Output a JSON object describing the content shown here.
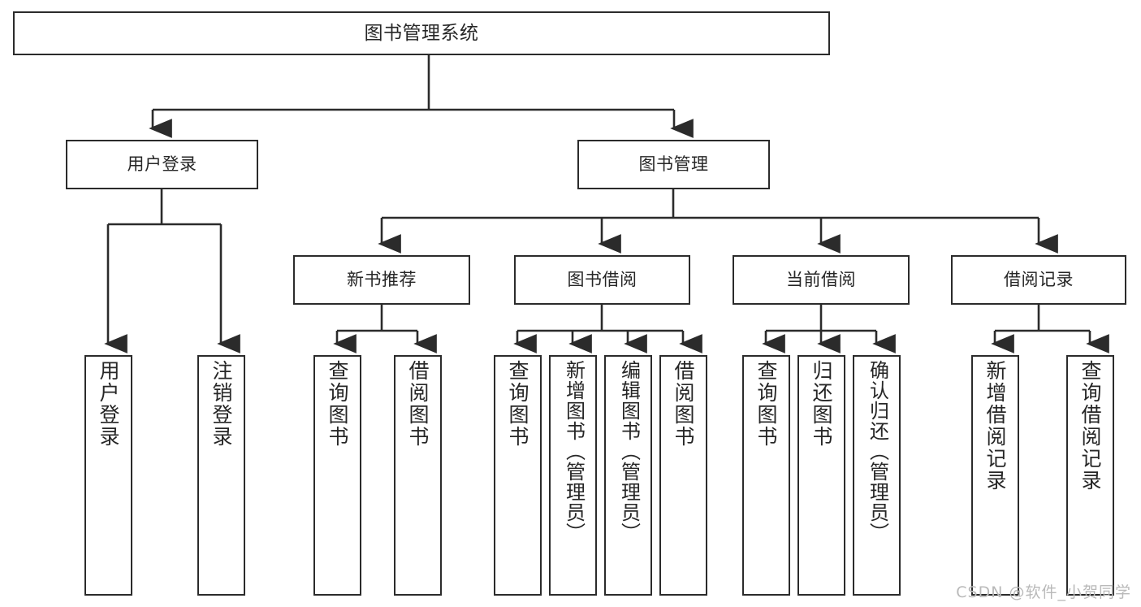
{
  "diagram": {
    "title": "图书管理系统",
    "root": {
      "label": "图书管理系统"
    },
    "level2": {
      "user_login": "用户登录",
      "book_management": "图书管理"
    },
    "level3": {
      "new_book_recommend": "新书推荐",
      "book_borrow": "图书借阅",
      "current_borrow": "当前借阅",
      "borrow_record": "借阅记录"
    },
    "leaves": {
      "user_login_action": "用户登录",
      "user_logout_action": "注销登录",
      "nb_query_book": "查询图书",
      "nb_borrow_book": "借阅图书",
      "bb_query_book": "查询图书",
      "bb_add_book": "新增图书（管理员）",
      "bb_edit_book": "编辑图书（管理员）",
      "bb_borrow_book": "借阅图书",
      "cb_query_book": "查询图书",
      "cb_return_book": "归还图书",
      "cb_confirm_return": "确认归还（管理员）",
      "rc_add_record": "新增借阅记录",
      "rc_query_record": "查询借阅记录"
    }
  },
  "watermark": {
    "text": "CSDN @软件_小贺同学"
  },
  "colors": {
    "stroke": "#2b2b2b",
    "background": "#ffffff",
    "text": "#262626",
    "watermark": "#b9b9b9"
  }
}
